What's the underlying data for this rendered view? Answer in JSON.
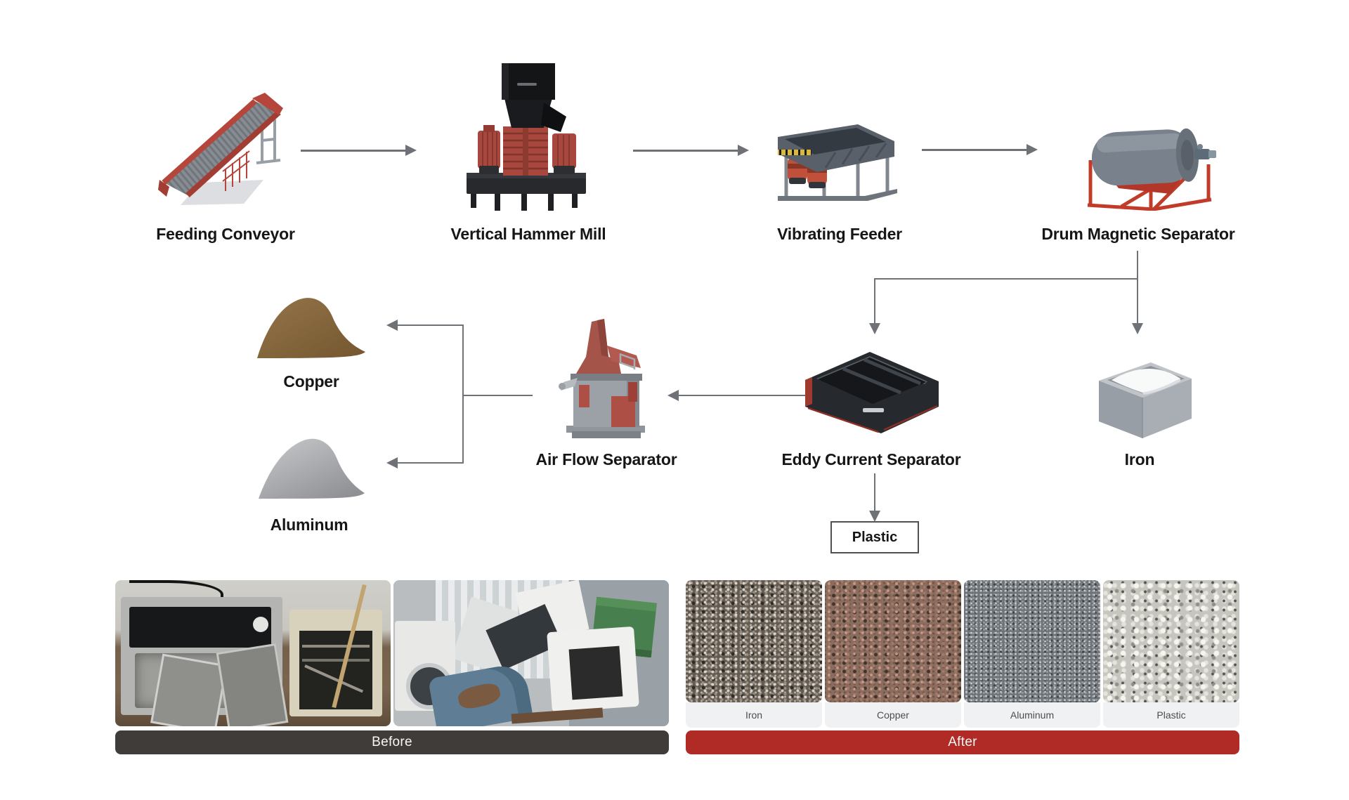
{
  "diagram": {
    "stages": {
      "feeding_conveyor": "Feeding Conveyor",
      "vertical_hammer_mill": "Vertical Hammer Mill",
      "vibrating_feeder": "Vibrating Feeder",
      "drum_magnetic_separator": "Drum Magnetic Separator",
      "eddy_current_separator": "Eddy Current Separator",
      "air_flow_separator": "Air Flow Separator"
    },
    "outputs": {
      "copper": "Copper",
      "aluminum": "Aluminum",
      "iron": "Iron",
      "plastic": "Plastic"
    }
  },
  "comparison": {
    "before": {
      "label": "Before",
      "bar_color": "#3f3c3a"
    },
    "after": {
      "label": "After",
      "bar_color": "#b02a26",
      "items": [
        "Iron",
        "Copper",
        "Aluminum",
        "Plastic"
      ]
    }
  },
  "colors": {
    "arrow": "#6e7176",
    "machine_red": "#b2392e",
    "label_text": "#161616",
    "strip_bg": "#f0f1f3",
    "strip_text": "#4d4d4d"
  }
}
